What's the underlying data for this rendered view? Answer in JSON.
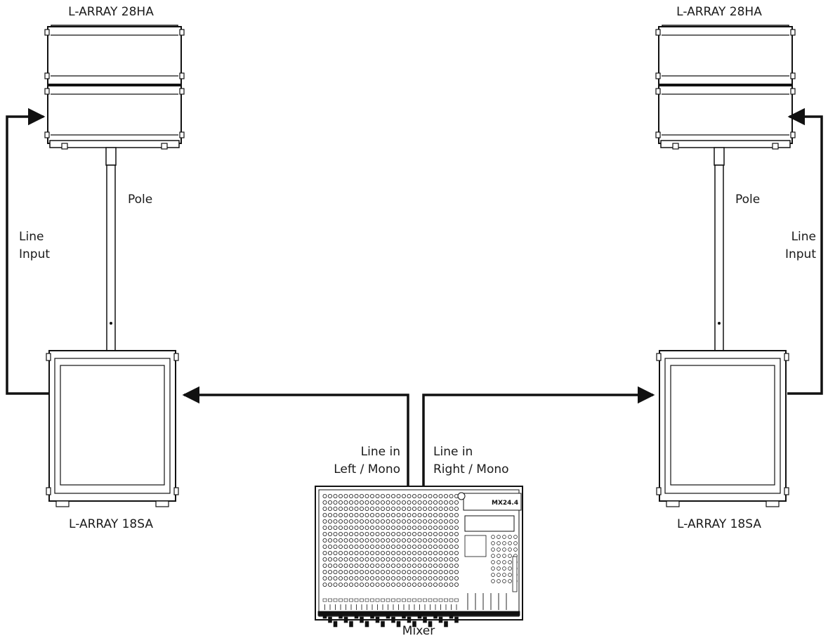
{
  "labels": {
    "top_left_speaker": "L-ARRAY 28HA",
    "top_right_speaker": "L-ARRAY 28HA",
    "bottom_left_sub": "L-ARRAY 18SA",
    "bottom_right_sub": "L-ARRAY 18SA",
    "pole_left": "Pole",
    "pole_right": "Pole",
    "line_input_left": [
      "Line",
      "Input"
    ],
    "line_input_right": [
      "Line",
      "Input"
    ],
    "line_in_left": [
      "Line in",
      "Left / Mono"
    ],
    "line_in_right": [
      "Line in",
      "Right / Mono"
    ],
    "mixer": "Mixer",
    "mixer_model": "MX24.4"
  },
  "colors": {
    "line": "#111111",
    "fill": "#ffffff"
  }
}
